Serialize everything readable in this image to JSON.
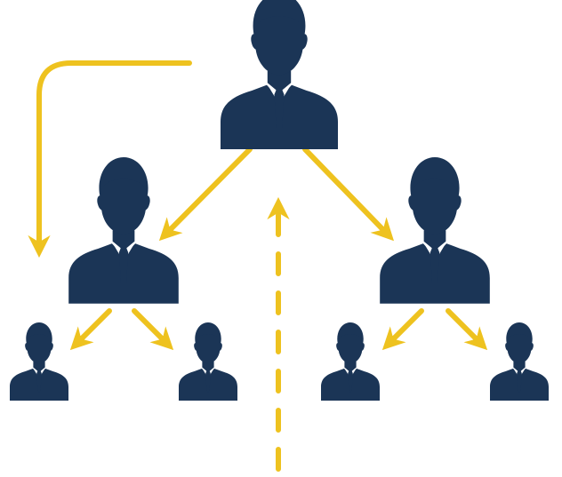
{
  "colors": {
    "person": "#1B3556",
    "shirt": "#FFFFFF",
    "arrow": "#EEC21F",
    "background": "#FFFFFF"
  },
  "icons": {
    "person": "businessman-icon",
    "arrow": "arrow-icon"
  },
  "hierarchy": {
    "levels": 3,
    "top": {
      "id": "person-top"
    },
    "middle": [
      {
        "id": "person-mid-left"
      },
      {
        "id": "person-mid-right"
      }
    ],
    "bottom": [
      {
        "id": "person-bottom-1"
      },
      {
        "id": "person-bottom-2"
      },
      {
        "id": "person-bottom-3"
      },
      {
        "id": "person-bottom-4"
      }
    ]
  },
  "flows": [
    {
      "from": "person-top",
      "to": "person-mid-left",
      "style": "solid"
    },
    {
      "from": "person-top",
      "to": "person-mid-right",
      "style": "solid"
    },
    {
      "from": "person-mid-left",
      "to": "person-bottom-1",
      "style": "solid"
    },
    {
      "from": "person-mid-left",
      "to": "person-bottom-2",
      "style": "solid"
    },
    {
      "from": "person-mid-right",
      "to": "person-bottom-3",
      "style": "solid"
    },
    {
      "from": "person-mid-right",
      "to": "person-bottom-4",
      "style": "solid"
    },
    {
      "from": "person-top",
      "to": "level-bottom",
      "style": "solid-elbow"
    },
    {
      "from": "bottom",
      "to": "top",
      "style": "dashed-upward"
    }
  ]
}
